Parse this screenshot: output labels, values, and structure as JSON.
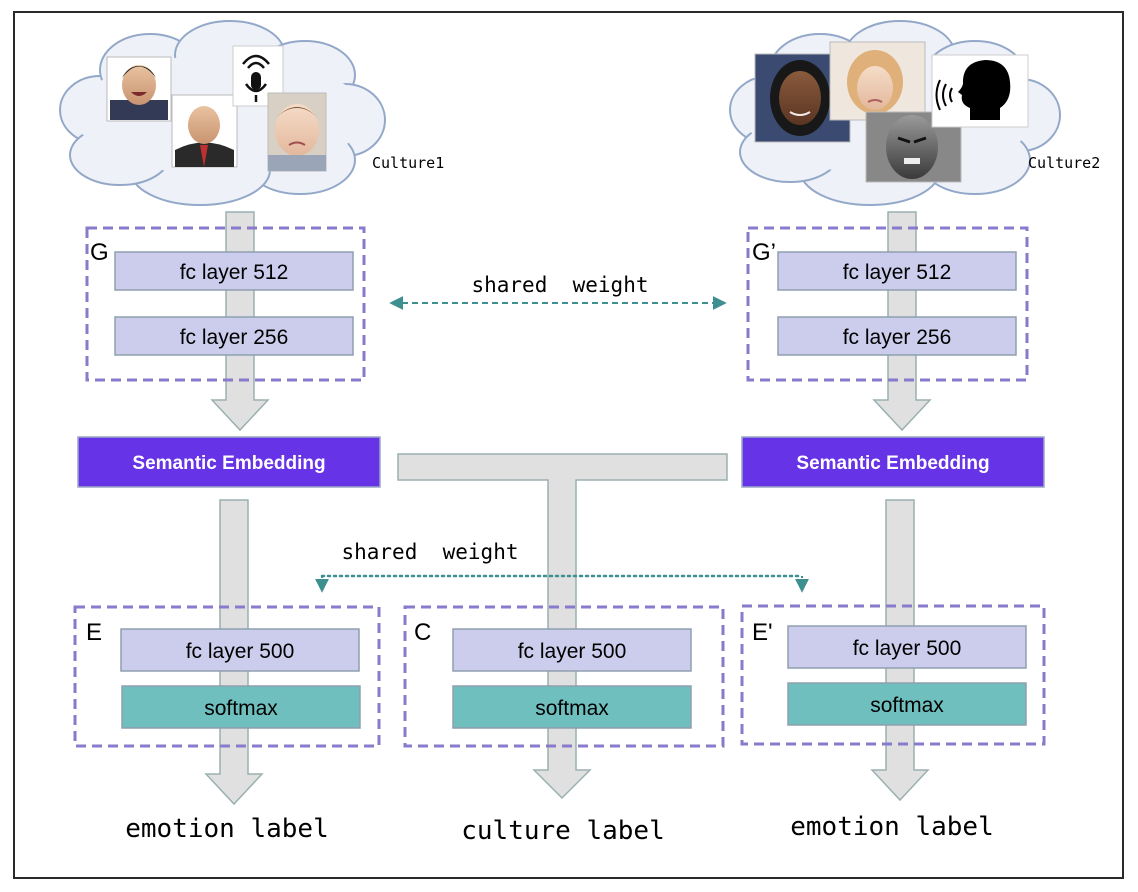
{
  "source_cultures": [
    {
      "label": "Culture1",
      "images": [
        "laughing-man-face-photo",
        "man-in-suit-face-photo",
        "microphone-icon",
        "pouting-child-face-photo"
      ]
    },
    {
      "label": "Culture2",
      "images": [
        "woman-face-photo",
        "sad-girl-face-photo",
        "angry-boy-face-photo",
        "speaking-head-icon"
      ]
    }
  ],
  "generators": [
    {
      "label": "G",
      "layers": [
        "fc layer 512",
        "fc layer 256"
      ]
    },
    {
      "label": "G’",
      "layers": [
        "fc layer 512",
        "fc layer 256"
      ]
    }
  ],
  "shared_weight_top": "shared  weight",
  "shared_weight_bottom": "shared  weight",
  "embeddings": [
    "Semantic Embedding",
    "Semantic Embedding"
  ],
  "classifiers": [
    {
      "label": "E",
      "layers": [
        "fc layer 500",
        "softmax"
      ],
      "output": "emotion label"
    },
    {
      "label": "C",
      "layers": [
        "fc layer 500",
        "softmax"
      ],
      "output": "culture label"
    },
    {
      "label": "E'",
      "layers": [
        "fc layer 500",
        "softmax"
      ],
      "output": "emotion label"
    }
  ],
  "colors": {
    "fc_fill": "#ccccec",
    "softmax_fill": "#6fbfbf",
    "embedding_fill": "#6633e6",
    "dashed_box": "#8a7acc",
    "arrow_fill": "#e0e0e0",
    "shared_arrow": "#3e8f8f"
  }
}
